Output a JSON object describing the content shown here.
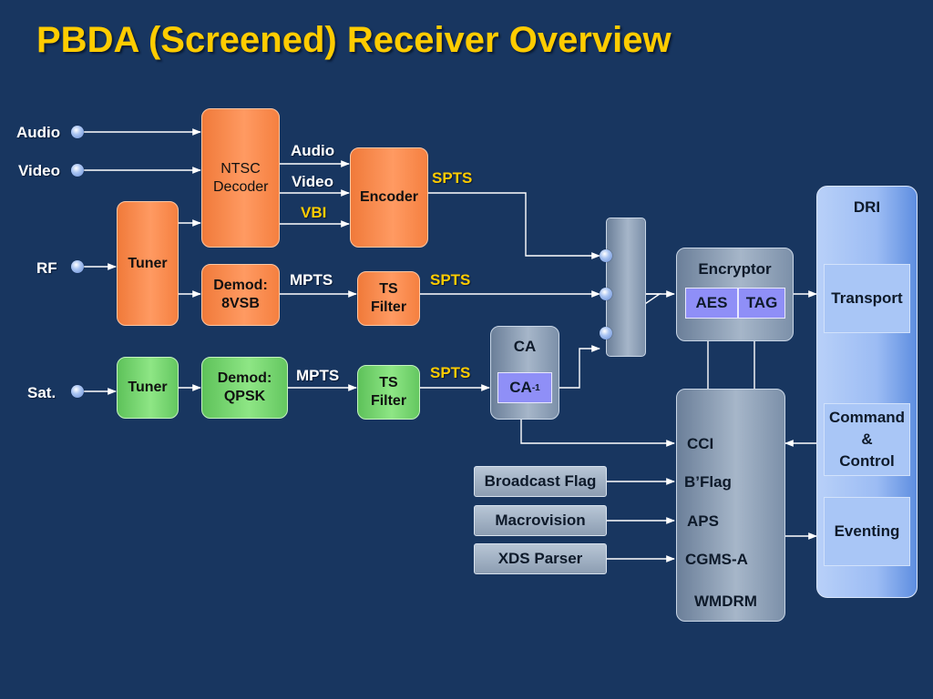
{
  "title": "PBDA (Screened) Receiver Overview",
  "inputs": {
    "audio": "Audio",
    "video": "Video",
    "rf": "RF",
    "sat": "Sat."
  },
  "blocks": {
    "ntsc_decoder": "NTSC Decoder",
    "encoder": "Encoder",
    "tuner_rf": "Tuner",
    "demod_8vsb_line1": "Demod:",
    "demod_8vsb_line2": "8VSB",
    "ts_filter_rf_line1": "TS",
    "ts_filter_rf_line2": "Filter",
    "tuner_sat": "Tuner",
    "demod_qpsk_line1": "Demod:",
    "demod_qpsk_line2": "QPSK",
    "ts_filter_sat_line1": "TS",
    "ts_filter_sat_line2": "Filter",
    "ca_title": "CA",
    "ca_inner": "CA",
    "ca_inner_sup": "-1",
    "encryptor_title": "Encryptor",
    "aes": "AES",
    "tag": "TAG",
    "broadcast_flag": "Broadcast Flag",
    "macrovision": "Macrovision",
    "xds_parser": "XDS Parser"
  },
  "signal_labels": {
    "audio": "Audio",
    "video": "Video",
    "vbi": "VBI",
    "spts_encoder": "SPTS",
    "mpts_rf": "MPTS",
    "spts_rf": "SPTS",
    "mpts_sat": "MPTS",
    "spts_sat": "SPTS"
  },
  "policy_block": [
    "CCI",
    "B’Flag",
    "APS",
    "CGMS-A",
    "WMDRM"
  ],
  "dri": {
    "title": "DRI",
    "transport": "Transport",
    "command_line1": "Command",
    "command_line2": "&",
    "command_line3": "Control",
    "eventing": "Eventing"
  },
  "colors": {
    "background": "#183660",
    "title": "#ffcc00",
    "stream_label": "#ffcc00",
    "analog_blocks": "#f58040",
    "sat_blocks": "#64c760",
    "crypto_cells": "#8f8ff7",
    "dri": "#9cbcf4"
  }
}
